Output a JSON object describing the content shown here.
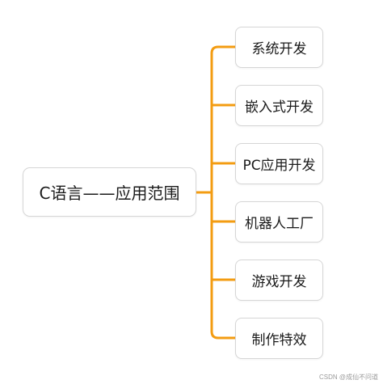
{
  "diagram": {
    "root": {
      "label": "C语言——应用范围"
    },
    "children": [
      {
        "label": "系统开发"
      },
      {
        "label": "嵌入式开发"
      },
      {
        "label": "PC应用开发"
      },
      {
        "label": "机器人工厂"
      },
      {
        "label": "游戏开发"
      },
      {
        "label": "制作特效"
      }
    ],
    "edge_color": "#F39C12"
  },
  "watermark": {
    "text": "CSDN @成仙不问道"
  }
}
